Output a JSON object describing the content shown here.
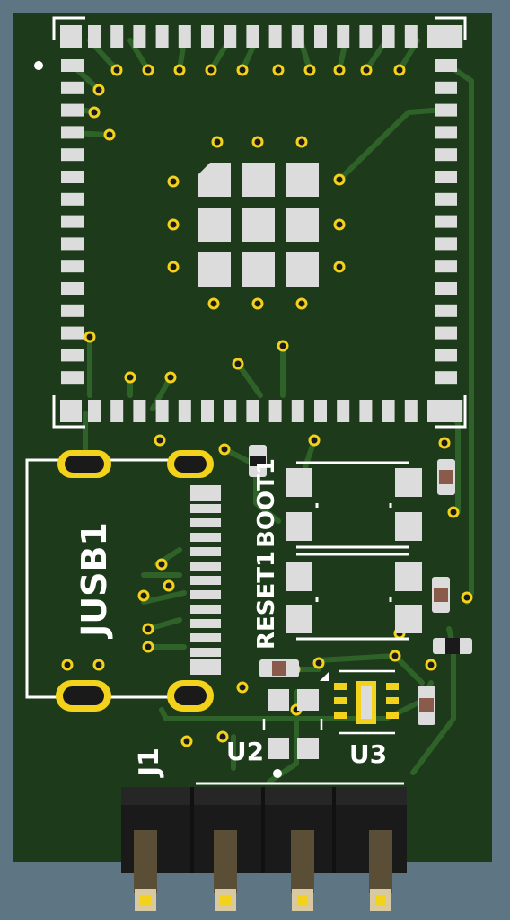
{
  "board": {
    "designators": {
      "usb": "JUSB1",
      "boot": "BOOT1",
      "reset": "RESET1",
      "connector": "J1",
      "regulator": "U2",
      "ic": "U3"
    }
  },
  "colors": {
    "background": "#5e7583",
    "board": "#1d3a1b",
    "copper": "#2a5a26",
    "pad": "#dcdcdc",
    "gold": "#f2d21a",
    "silkscreen": "#ffffff",
    "header_plastic": "#1a1a1a",
    "header_pin": "#8a7a55"
  }
}
